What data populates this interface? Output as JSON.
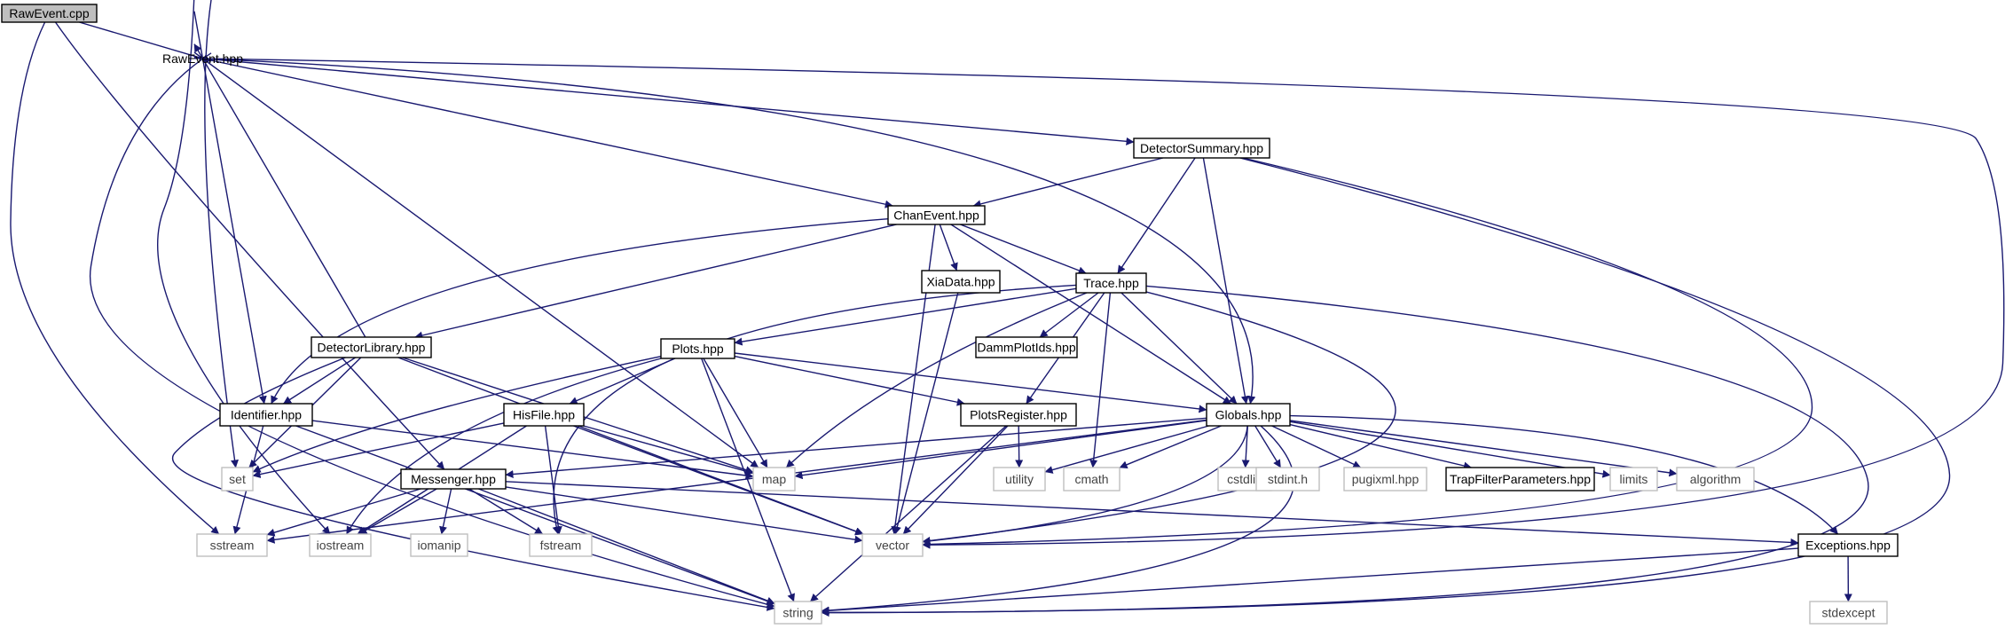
{
  "colors": {
    "edge": "#191970",
    "root_fill": "#bfbfbf",
    "node_stroke": "#000000",
    "ext_stroke": "#bfbfbf"
  },
  "nodes": [
    {
      "id": "rawevent_cpp",
      "label": "RawEvent.cpp",
      "kind": "root"
    },
    {
      "id": "rawevent_hpp",
      "label": "RawEvent.hpp",
      "kind": "file"
    },
    {
      "id": "detectorsummary_hpp",
      "label": "DetectorSummary.hpp",
      "kind": "file"
    },
    {
      "id": "chanevent_hpp",
      "label": "ChanEvent.hpp",
      "kind": "file"
    },
    {
      "id": "xiadata_hpp",
      "label": "XiaData.hpp",
      "kind": "file"
    },
    {
      "id": "trace_hpp",
      "label": "Trace.hpp",
      "kind": "file"
    },
    {
      "id": "detectorlibrary_hpp",
      "label": "DetectorLibrary.hpp",
      "kind": "file"
    },
    {
      "id": "plots_hpp",
      "label": "Plots.hpp",
      "kind": "file"
    },
    {
      "id": "dammplotids_hpp",
      "label": "DammPlotIds.hpp",
      "kind": "file"
    },
    {
      "id": "identifier_hpp",
      "label": "Identifier.hpp",
      "kind": "file"
    },
    {
      "id": "hisfile_hpp",
      "label": "HisFile.hpp",
      "kind": "file"
    },
    {
      "id": "plotsregister_hpp",
      "label": "PlotsRegister.hpp",
      "kind": "file"
    },
    {
      "id": "globals_hpp",
      "label": "Globals.hpp",
      "kind": "file"
    },
    {
      "id": "set",
      "label": "set",
      "kind": "ext"
    },
    {
      "id": "map",
      "label": "map",
      "kind": "ext"
    },
    {
      "id": "messenger_hpp",
      "label": "Messenger.hpp",
      "kind": "file"
    },
    {
      "id": "utility",
      "label": "utility",
      "kind": "ext"
    },
    {
      "id": "cmath",
      "label": "cmath",
      "kind": "ext"
    },
    {
      "id": "cstdlib",
      "label": "cstdlib",
      "kind": "ext"
    },
    {
      "id": "stdint_h",
      "label": "stdint.h",
      "kind": "ext"
    },
    {
      "id": "pugixml_hpp",
      "label": "pugixml.hpp",
      "kind": "ext"
    },
    {
      "id": "trapfilterparameters_hpp",
      "label": "TrapFilterParameters.hpp",
      "kind": "file"
    },
    {
      "id": "limits",
      "label": "limits",
      "kind": "ext"
    },
    {
      "id": "algorithm",
      "label": "algorithm",
      "kind": "ext"
    },
    {
      "id": "sstream",
      "label": "sstream",
      "kind": "ext"
    },
    {
      "id": "iostream",
      "label": "iostream",
      "kind": "ext"
    },
    {
      "id": "iomanip",
      "label": "iomanip",
      "kind": "ext"
    },
    {
      "id": "fstream",
      "label": "fstream",
      "kind": "ext"
    },
    {
      "id": "vector",
      "label": "vector",
      "kind": "ext"
    },
    {
      "id": "exceptions_hpp",
      "label": "Exceptions.hpp",
      "kind": "file"
    },
    {
      "id": "string",
      "label": "string",
      "kind": "ext"
    },
    {
      "id": "stdexcept",
      "label": "stdexcept",
      "kind": "ext"
    }
  ],
  "edges": [
    [
      "rawevent_cpp",
      "rawevent_hpp"
    ],
    [
      "rawevent_cpp",
      "messenger_hpp"
    ],
    [
      "rawevent_cpp",
      "sstream"
    ],
    [
      "rawevent_hpp",
      "detectorsummary_hpp"
    ],
    [
      "rawevent_hpp",
      "chanevent_hpp"
    ],
    [
      "rawevent_hpp",
      "identifier_hpp"
    ],
    [
      "rawevent_hpp",
      "globals_hpp"
    ],
    [
      "rawevent_hpp",
      "map"
    ],
    [
      "rawevent_hpp",
      "set"
    ],
    [
      "rawevent_hpp",
      "iostream"
    ],
    [
      "rawevent_hpp",
      "string"
    ],
    [
      "rawevent_hpp",
      "vector"
    ],
    [
      "detectorlibrary_hpp",
      "rawevent_hpp"
    ],
    [
      "detectorsummary_hpp",
      "chanevent_hpp"
    ],
    [
      "detectorsummary_hpp",
      "trace_hpp"
    ],
    [
      "detectorsummary_hpp",
      "globals_hpp"
    ],
    [
      "detectorsummary_hpp",
      "vector"
    ],
    [
      "detectorsummary_hpp",
      "string"
    ],
    [
      "chanevent_hpp",
      "detectorlibrary_hpp"
    ],
    [
      "chanevent_hpp",
      "identifier_hpp"
    ],
    [
      "chanevent_hpp",
      "xiadata_hpp"
    ],
    [
      "chanevent_hpp",
      "trace_hpp"
    ],
    [
      "chanevent_hpp",
      "globals_hpp"
    ],
    [
      "chanevent_hpp",
      "vector"
    ],
    [
      "xiadata_hpp",
      "vector"
    ],
    [
      "trace_hpp",
      "plots_hpp"
    ],
    [
      "trace_hpp",
      "dammplotids_hpp"
    ],
    [
      "trace_hpp",
      "plotsregister_hpp"
    ],
    [
      "trace_hpp",
      "globals_hpp"
    ],
    [
      "trace_hpp",
      "cmath"
    ],
    [
      "trace_hpp",
      "map"
    ],
    [
      "trace_hpp",
      "fstream"
    ],
    [
      "trace_hpp",
      "vector"
    ],
    [
      "trace_hpp",
      "string"
    ],
    [
      "detectorlibrary_hpp",
      "identifier_hpp"
    ],
    [
      "detectorlibrary_hpp",
      "set"
    ],
    [
      "detectorlibrary_hpp",
      "map"
    ],
    [
      "detectorlibrary_hpp",
      "vector"
    ],
    [
      "detectorlibrary_hpp",
      "string"
    ],
    [
      "plots_hpp",
      "hisfile_hpp"
    ],
    [
      "plots_hpp",
      "plotsregister_hpp"
    ],
    [
      "plots_hpp",
      "globals_hpp"
    ],
    [
      "plots_hpp",
      "map"
    ],
    [
      "plots_hpp",
      "set"
    ],
    [
      "plots_hpp",
      "iostream"
    ],
    [
      "plots_hpp",
      "string"
    ],
    [
      "identifier_hpp",
      "map"
    ],
    [
      "identifier_hpp",
      "sstream"
    ],
    [
      "identifier_hpp",
      "string"
    ],
    [
      "hisfile_hpp",
      "set"
    ],
    [
      "hisfile_hpp",
      "map"
    ],
    [
      "hisfile_hpp",
      "iostream"
    ],
    [
      "hisfile_hpp",
      "fstream"
    ],
    [
      "hisfile_hpp",
      "vector"
    ],
    [
      "plotsregister_hpp",
      "utility"
    ],
    [
      "plotsregister_hpp",
      "vector"
    ],
    [
      "plotsregister_hpp",
      "string"
    ],
    [
      "globals_hpp",
      "messenger_hpp"
    ],
    [
      "globals_hpp",
      "map"
    ],
    [
      "globals_hpp",
      "utility"
    ],
    [
      "globals_hpp",
      "cmath"
    ],
    [
      "globals_hpp",
      "cstdlib"
    ],
    [
      "globals_hpp",
      "stdint_h"
    ],
    [
      "globals_hpp",
      "pugixml_hpp"
    ],
    [
      "globals_hpp",
      "trapfilterparameters_hpp"
    ],
    [
      "globals_hpp",
      "limits"
    ],
    [
      "globals_hpp",
      "algorithm"
    ],
    [
      "globals_hpp",
      "exceptions_hpp"
    ],
    [
      "globals_hpp",
      "sstream"
    ],
    [
      "globals_hpp",
      "vector"
    ],
    [
      "globals_hpp",
      "string"
    ],
    [
      "messenger_hpp",
      "sstream"
    ],
    [
      "messenger_hpp",
      "iostream"
    ],
    [
      "messenger_hpp",
      "iomanip"
    ],
    [
      "messenger_hpp",
      "fstream"
    ],
    [
      "messenger_hpp",
      "vector"
    ],
    [
      "messenger_hpp",
      "exceptions_hpp"
    ],
    [
      "messenger_hpp",
      "string"
    ],
    [
      "exceptions_hpp",
      "string"
    ],
    [
      "exceptions_hpp",
      "stdexcept"
    ]
  ]
}
